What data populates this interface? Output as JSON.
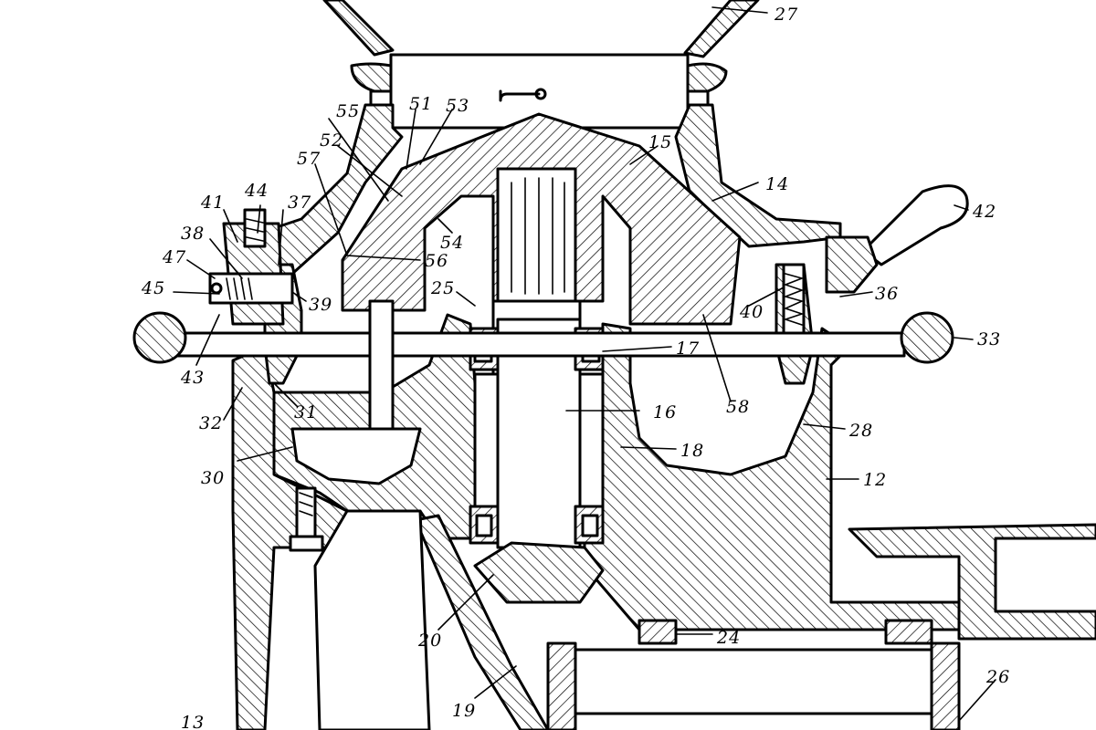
{
  "labels": {
    "n27": "27",
    "n55": "55",
    "n51": "51",
    "n53": "53",
    "n52": "52",
    "n57": "57",
    "n15": "15",
    "n14": "14",
    "n44": "44",
    "n41": "41",
    "n37": "37",
    "n42": "42",
    "n38": "38",
    "n47": "47",
    "n54": "54",
    "n56": "56",
    "n45": "45",
    "n25": "25",
    "n39": "39",
    "n40": "40",
    "n36": "36",
    "n33": "33",
    "n17": "17",
    "n43": "43",
    "n31": "31",
    "n16": "16",
    "n58": "58",
    "n32": "32",
    "n28": "28",
    "n18": "18",
    "n30": "30",
    "n12": "12",
    "n20": "20",
    "n24": "24",
    "n26": "26",
    "n19": "19",
    "n13": "13"
  }
}
